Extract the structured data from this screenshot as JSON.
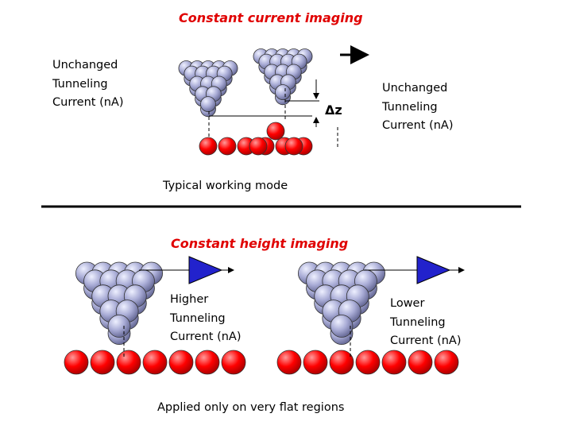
{
  "top": {
    "title": "Constant current imaging",
    "left_label": [
      "Unchanged",
      "Tunneling",
      "Current (nA)"
    ],
    "right_label": [
      "Unchanged",
      "Tunneling",
      "Current (nA)"
    ],
    "delta_label": "Δz",
    "caption": "Typical working mode"
  },
  "bottom": {
    "title": "Constant height imaging",
    "middle_label": [
      "Higher",
      "Tunneling",
      "Current (nA)"
    ],
    "right_label": [
      "Lower",
      "Tunneling",
      "Current (nA)"
    ],
    "caption": "Applied only on very flat regions"
  },
  "colors": {
    "tip_atom": "#a9acd6",
    "sample_atom": "#ff0000",
    "amplifier": "#2222cc",
    "title_red": "#e00000"
  }
}
